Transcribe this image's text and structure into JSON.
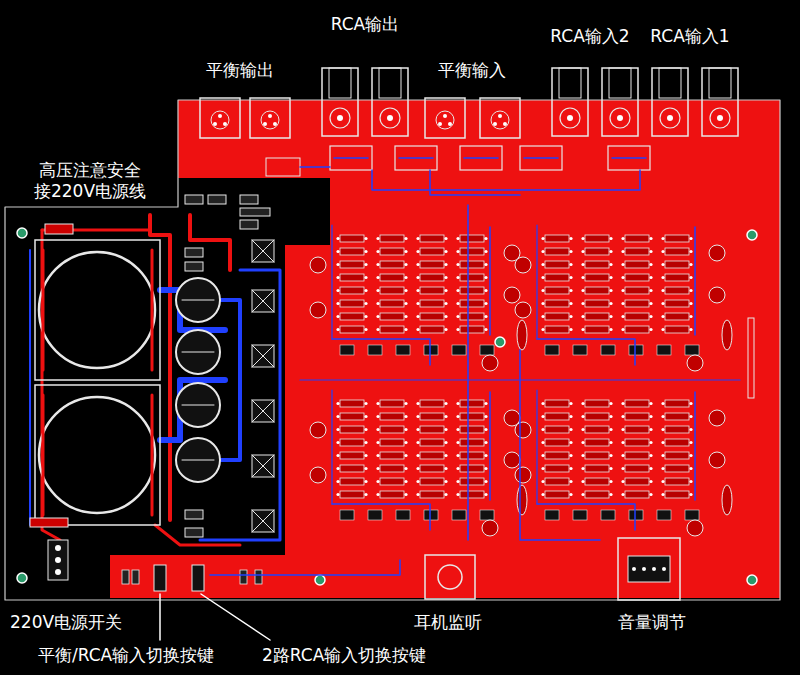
{
  "diagram": {
    "labels": [
      "RCA输出",
      "平衡输出",
      "平衡输入",
      "RCA输入2",
      "RCA输入1",
      "高压注意安全 接220V电源线",
      "220V电源开关",
      "平衡/RCA输入切换按键",
      "2路RCA输入切换按键",
      "耳机监听",
      "音量调节"
    ]
  }
}
